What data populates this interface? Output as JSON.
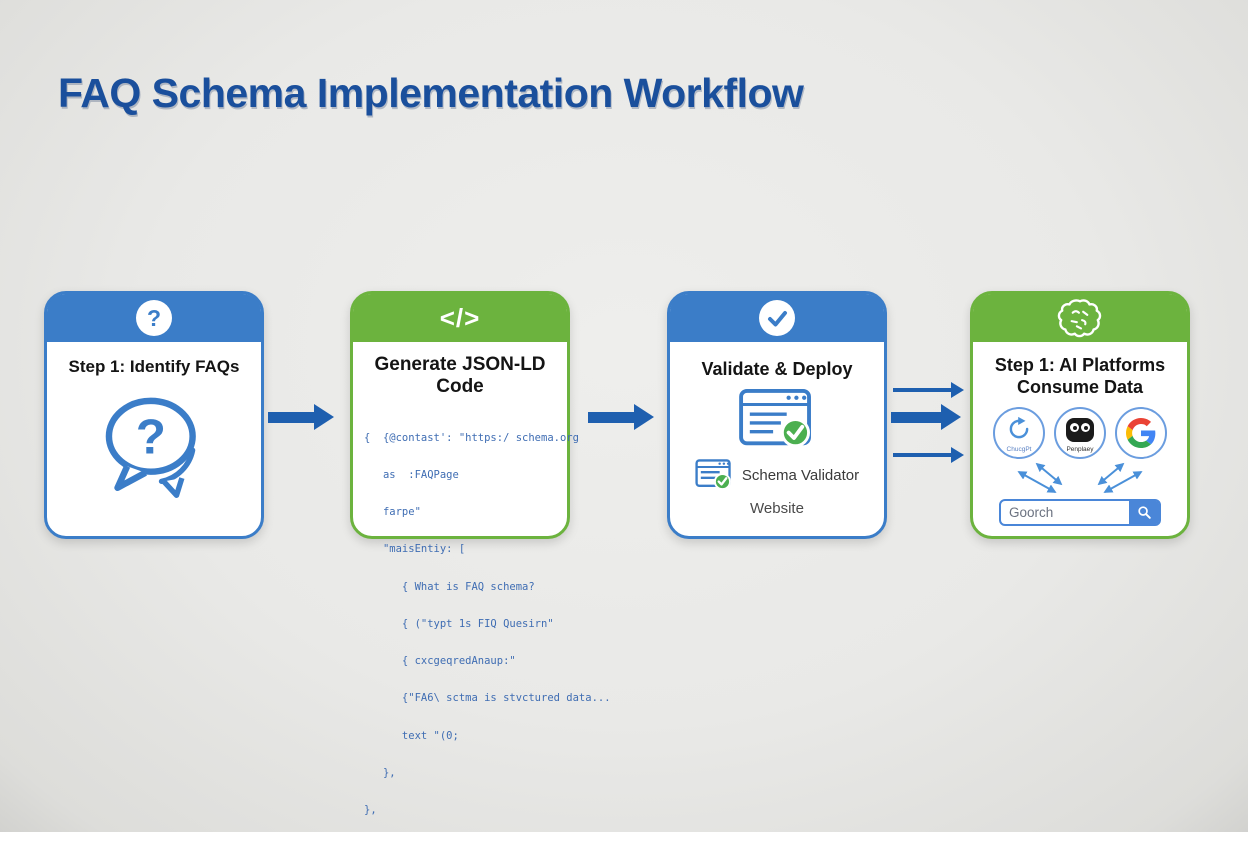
{
  "page": {
    "title": "FAQ Schema Implementation Workflow"
  },
  "colors": {
    "title": "#1a4f9c",
    "header_blue": "#3b7dc8",
    "header_green": "#6cb33e",
    "arrow": "#1e5faf",
    "code": "#3f6db3",
    "badge_green": "#4caf50",
    "circle_border": "#6b9ddf",
    "search_blue": "#4a86d8",
    "small_arrow": "#4a90d9"
  },
  "icons": {
    "card1_header": "question-mark-icon",
    "card1_body": "chat-bubble-question-icon",
    "card2_header": "code-brackets-icon",
    "card3_header": "checkmark-circle-icon",
    "card3_body": "browser-window-check-icon",
    "card4_header": "brain-icon",
    "platform1": "refresh-arrows-icon",
    "platform2": "owl-icon",
    "platform3": "google-g-icon",
    "search": "magnifier-icon"
  },
  "steps": {
    "identify": {
      "header_icon": "?",
      "title": "Step 1: Identify FAQs"
    },
    "generate": {
      "header_icon": "</>",
      "title": "Generate JSON-LD Code",
      "code_lines": [
        "{  {@contast': \"https:/ schema.org",
        "   as  :FAQPage",
        "   farpe\"",
        "   \"maisEntiy: [",
        "      { What is FAQ schema?",
        "      { (\"typt 1s FIQ Quesirn\"",
        "      { cxcgeqredAnaup:\"",
        "      {\"FA6\\ sctma is stvctured data...",
        "      text \"(0;",
        "   },",
        "},"
      ]
    },
    "validate": {
      "title": "Validate & Deploy",
      "validator_label": "Schema Validator",
      "website_label": "Website"
    },
    "consume": {
      "title_line1": "Step 1: AI Platforms",
      "title_line2": "Consume Data",
      "platforms": {
        "chatgpt_label": "ChucgPt",
        "perplexity_label": "Penplaey"
      },
      "search_value": "Goorch"
    }
  }
}
